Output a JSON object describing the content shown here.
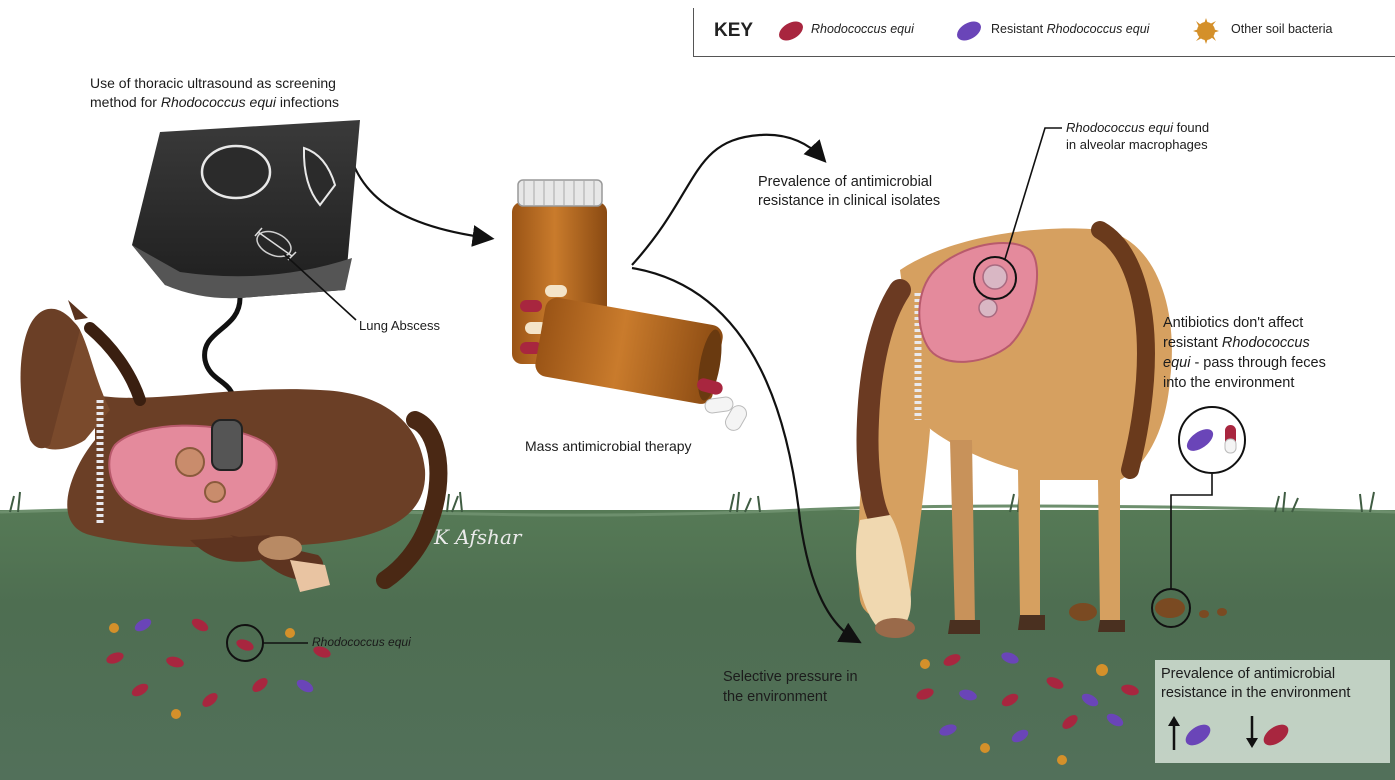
{
  "key": {
    "title": "KEY",
    "items": [
      {
        "label": "Rhodococcus equi",
        "icon": "rhodococcus-equi-icon",
        "color": "#a8263f"
      },
      {
        "label_prefix": "Resistant ",
        "label_italic": "Rhodococcus equi",
        "icon": "resistant-rhodococcus-equi-icon",
        "color": "#6a45b8"
      },
      {
        "label": "Other soil bacteria",
        "icon": "other-soil-bacteria-icon",
        "color": "#d4902a"
      }
    ]
  },
  "labels": {
    "ultrasound_line1": "Use of thoracic ultrasound as screening",
    "ultrasound_line2_prefix": "method for ",
    "ultrasound_line2_italic": "Rhodococcus equi",
    "ultrasound_line2_suffix": " infections",
    "lung_abscess": "Lung Abscess",
    "therapy": "Mass antimicrobial therapy",
    "clinical_line1": "Prevalence of antimicrobial",
    "clinical_line2": "resistance in clinical isolates",
    "macrophage_line1_italic": "Rhodococcus equi",
    "macrophage_line1_suffix": " found",
    "macrophage_line2": "in alveolar macrophages",
    "antibiotics_line1": "Antibiotics don't affect",
    "antibiotics_line2_prefix": "resistant ",
    "antibiotics_line2_italic": "Rhodococcus",
    "antibiotics_line3_italic": "equi",
    "antibiotics_line3_suffix": " - pass through feces",
    "antibiotics_line4": "into the environment",
    "soil_label": "Rhodococcus equi",
    "selective_line1": "Selective pressure in",
    "selective_line2": "the environment",
    "env_line1": "Prevalence of antimicrobial",
    "env_line2": "resistance in the environment",
    "signature": "K Afshar"
  },
  "colors": {
    "grass": "#4f6e4f",
    "rhodococcus": "#a8263f",
    "resistant": "#6a45b8",
    "soil_bacteria": "#d4902a",
    "lung": "#e48a9c",
    "foal_lying": "#6b3f26",
    "foal_standing": "#d6a060",
    "bottle": "#b86a1f"
  }
}
